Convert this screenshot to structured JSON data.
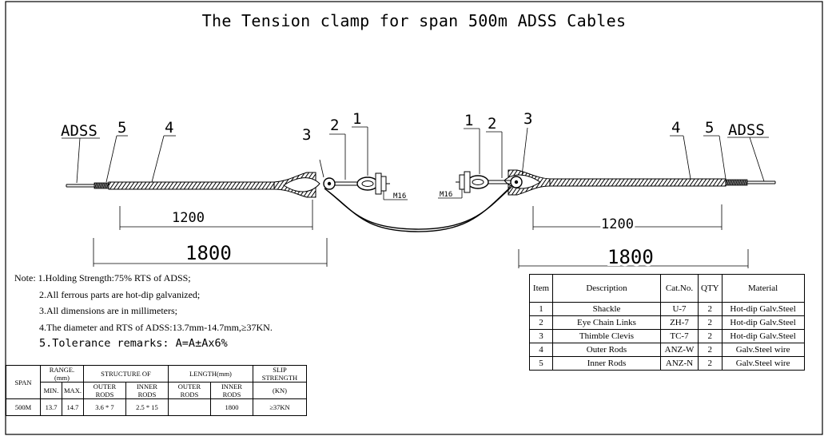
{
  "title": "The Tension clamp for span 500m ADSS Cables",
  "labels": {
    "adss": "ADSS",
    "n1": "1",
    "n2": "2",
    "n3": "3",
    "n4": "4",
    "n5": "5",
    "m16": "M16",
    "dim_1200": "1200",
    "dim_1800": "1800"
  },
  "notes": {
    "prefix": "Note:",
    "items": [
      "1.Holding Strength:75% RTS of ADSS;",
      "2.All ferrous parts are hot-dip galvanized;",
      "3.All dimensions are in millimeters;",
      "4.The diameter and RTS of ADSS:13.7mm-14.7mm,≥37KN.",
      "5.Tolerance remarks:  A=A±Ax6%"
    ]
  },
  "spec_table": {
    "span": "SPAN",
    "range": "RANGE. (mm)",
    "structure": "STRUCTURE OF",
    "length": "LENGTH(mm)",
    "slip": "SLIP STRENGTH",
    "min": "MIN.",
    "max": "MAX.",
    "outer_rods": "OUTER RODS",
    "inner_rods": "INNER RODS",
    "length_outer": "OUTER RODS",
    "length_inner": "INNER RODS",
    "slip_unit": "(KN)",
    "row": {
      "span": "500M",
      "min": "13.7",
      "max": "14.7",
      "outer": "3.6 * 7",
      "inner": "2.5 * 15",
      "length_outer": "",
      "length_inner": "1800",
      "slip": "≥37KN"
    }
  },
  "bom": {
    "headers": [
      "Item",
      "Description",
      "Cat.No.",
      "QTY",
      "Material"
    ],
    "rows": [
      [
        "1",
        "Shackle",
        "U-7",
        "2",
        "Hot-dip Galv.Steel"
      ],
      [
        "2",
        "Eye Chain Links",
        "ZH-7",
        "2",
        "Hot-dip Galv.Steel"
      ],
      [
        "3",
        "Thimble Clevis",
        "TC-7",
        "2",
        "Hot-dip Galv.Steel"
      ],
      [
        "4",
        "Outer Rods",
        "ANZ-W",
        "2",
        "Galv.Steel wire"
      ],
      [
        "5",
        "Inner Rods",
        "ANZ-N",
        "2",
        "Galv.Steel wire"
      ]
    ]
  }
}
